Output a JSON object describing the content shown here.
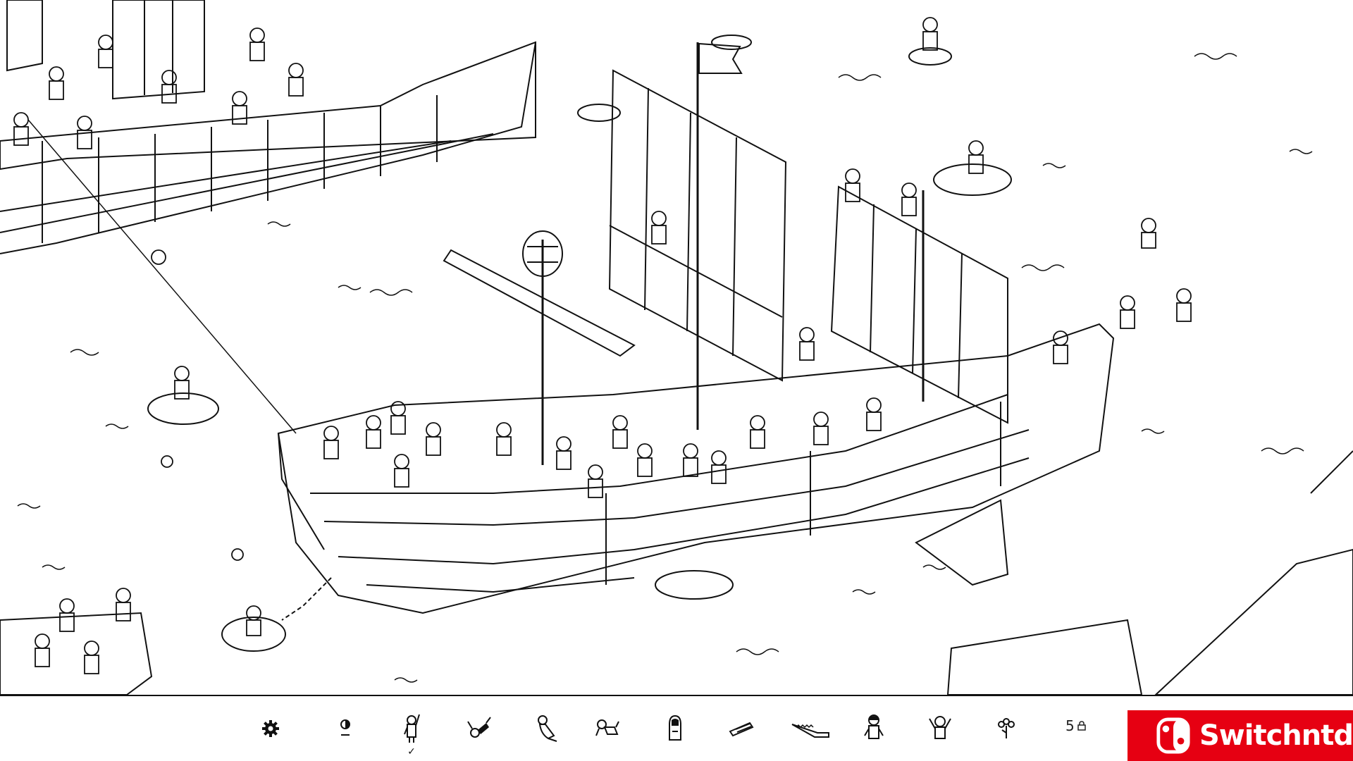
{
  "game": {
    "scene_description_hidden": false
  },
  "toolbar": {
    "settings_icon": "gear-icon",
    "targets": [
      {
        "icon": "pirate-with-hat-target",
        "found": false
      },
      {
        "icon": "pirate-waving-target",
        "found": true
      },
      {
        "icon": "pirate-falling-target",
        "found": false
      },
      {
        "icon": "pirate-climbing-target",
        "found": false
      },
      {
        "icon": "pirate-crawling-target",
        "found": false
      },
      {
        "icon": "pirate-hooded-target",
        "found": false
      },
      {
        "icon": "plank-target",
        "found": false
      },
      {
        "icon": "crocodile-target",
        "found": false
      },
      {
        "icon": "pirate-standing-target",
        "found": false
      },
      {
        "icon": "pirate-arms-up-target",
        "found": false
      },
      {
        "icon": "flower-target",
        "found": false
      }
    ],
    "found_mark": "✓",
    "remaining_count": "5",
    "lock_icon": "lock-icon"
  },
  "watermark": {
    "text": "Switchntd",
    "color": "#e60012"
  }
}
